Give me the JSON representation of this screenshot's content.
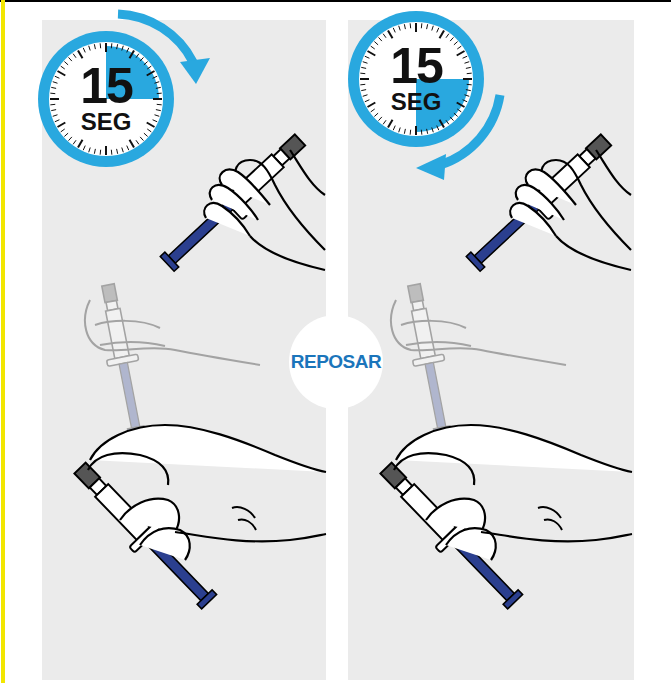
{
  "diagram": {
    "nodes": [
      {
        "text": [
          "15",
          "SEG"
        ]
      },
      {
        "text": [
          "15",
          "SEG"
        ]
      },
      {
        "text": [
          "REPOSAR"
        ]
      }
    ]
  }
}
